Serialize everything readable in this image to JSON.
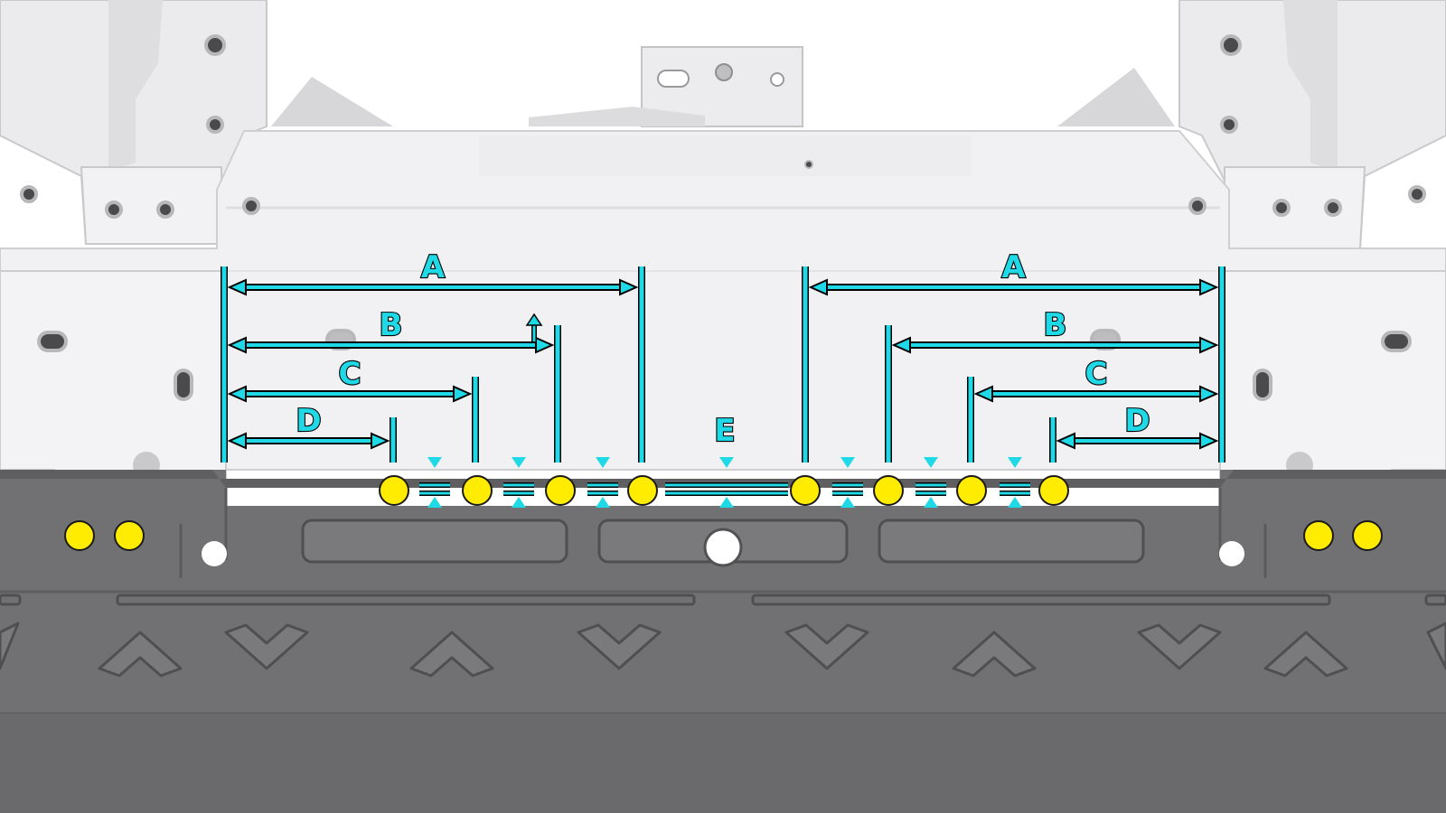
{
  "colors": {
    "cyan": "#1fd9e6",
    "outline": "#000000",
    "yellow": "#ffec00",
    "frame_light": "#efeff0",
    "frame_mid": "#e3e3e5",
    "frame_dark": "#cfcfd2",
    "panel": "#6f6f71",
    "panel_dark": "#5a5a5c",
    "hole": "#4a4a4c"
  },
  "dimensions": {
    "left": [
      {
        "label": "A"
      },
      {
        "label": "B"
      },
      {
        "label": "C"
      },
      {
        "label": "D"
      }
    ],
    "right": [
      {
        "label": "A"
      },
      {
        "label": "B"
      },
      {
        "label": "C"
      },
      {
        "label": "D"
      }
    ],
    "center": {
      "label": "E"
    }
  },
  "markers": {
    "location_dot_count": 12,
    "gap_marker_count": 7
  }
}
